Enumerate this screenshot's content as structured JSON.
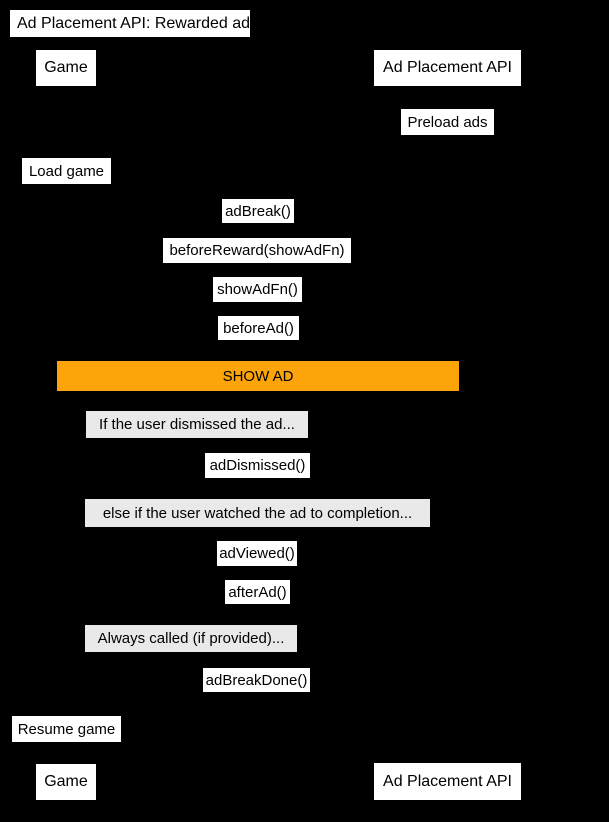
{
  "diagram": {
    "title": "Ad Placement API: Rewarded ad",
    "actors": {
      "game_top": "Game",
      "api_top": "Ad Placement API",
      "game_bottom": "Game",
      "api_bottom": "Ad Placement API"
    },
    "messages": {
      "preload_ads": "Preload ads",
      "load_game": "Load game",
      "ad_break": "adBreak()",
      "before_reward": "beforeReward(showAdFn)",
      "show_ad_fn": "showAdFn()",
      "before_ad": "beforeAd()",
      "ad_dismissed": "adDismissed()",
      "ad_viewed": "adViewed()",
      "after_ad": "afterAd()",
      "ad_break_done": "adBreakDone()",
      "resume_game": "Resume game"
    },
    "guards": {
      "dismissed": "If the user dismissed the ad...",
      "viewed": "else if the user watched the ad to completion...",
      "always": "Always called (if provided)..."
    },
    "highlight": {
      "show_ad": "SHOW AD"
    },
    "colors": {
      "background": "#000000",
      "label_background": "#ffffff",
      "guard_background": "#e9e9e9",
      "show_ad_background": "#fca40a",
      "text": "#000000"
    }
  }
}
